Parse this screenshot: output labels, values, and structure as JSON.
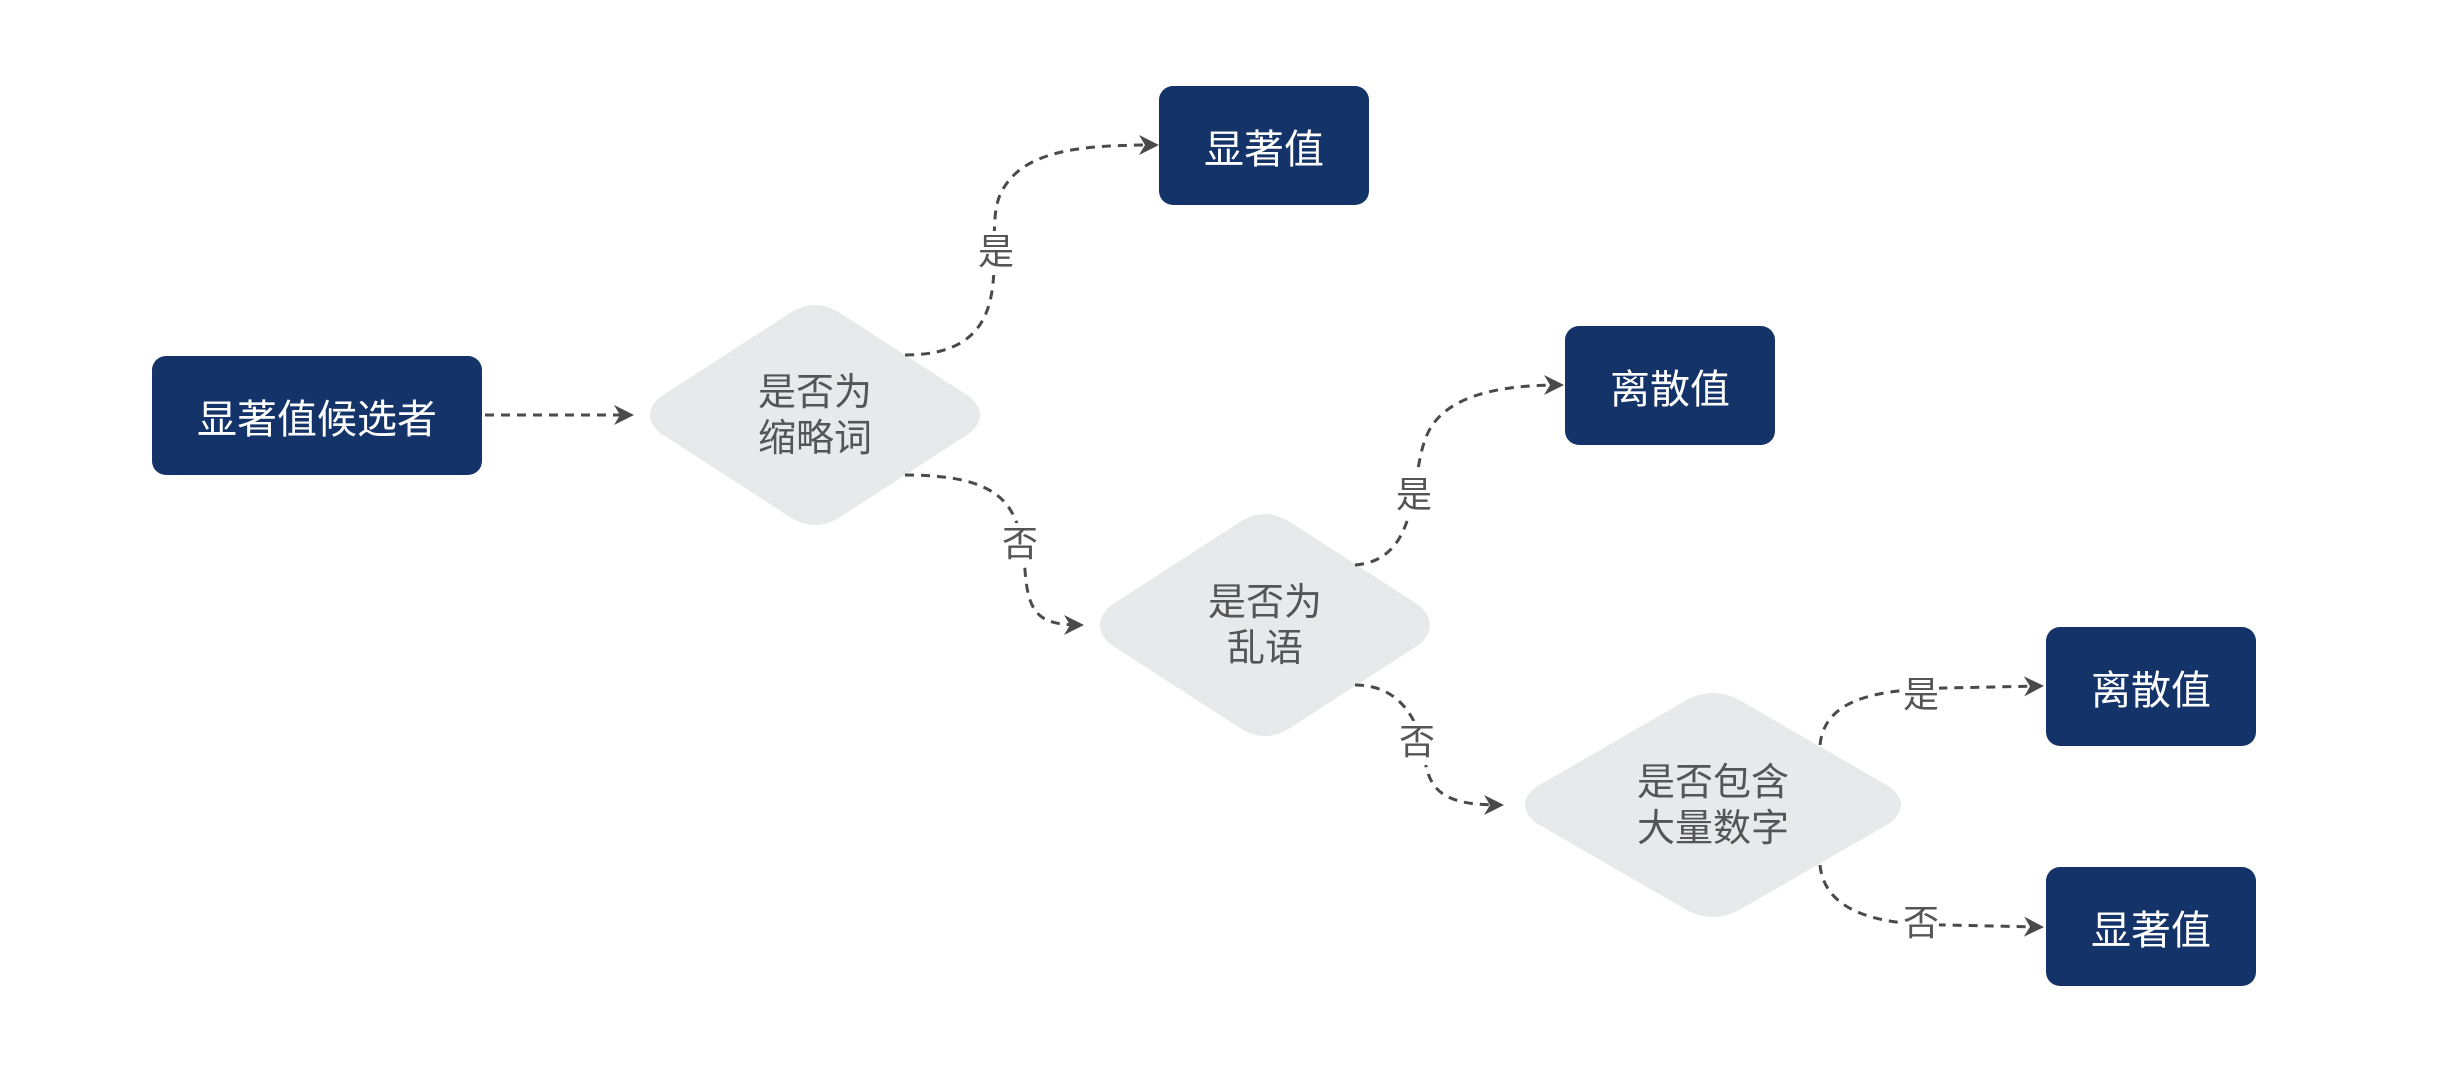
{
  "diagram": {
    "start": {
      "label": "显著值候选者"
    },
    "decisions": {
      "abbreviation": {
        "line1": "是否为",
        "line2": "缩略词"
      },
      "gibberish": {
        "line1": "是否为",
        "line2": "乱语"
      },
      "numbers": {
        "line1": "是否包含",
        "line2": "大量数字"
      }
    },
    "outcomes": {
      "abbr_yes": "显著值",
      "gibberish_yes": "离散值",
      "numbers_yes": "离散值",
      "numbers_no": "显著值"
    },
    "edge_labels": {
      "abbr_yes": "是",
      "abbr_no": "否",
      "gibberish_yes": "是",
      "gibberish_no": "否",
      "numbers_yes": "是",
      "numbers_no": "否"
    },
    "colors": {
      "node_fill": "#143369",
      "decision_fill": "#e8e9eb",
      "edge_color": "#4a4a4a"
    }
  }
}
